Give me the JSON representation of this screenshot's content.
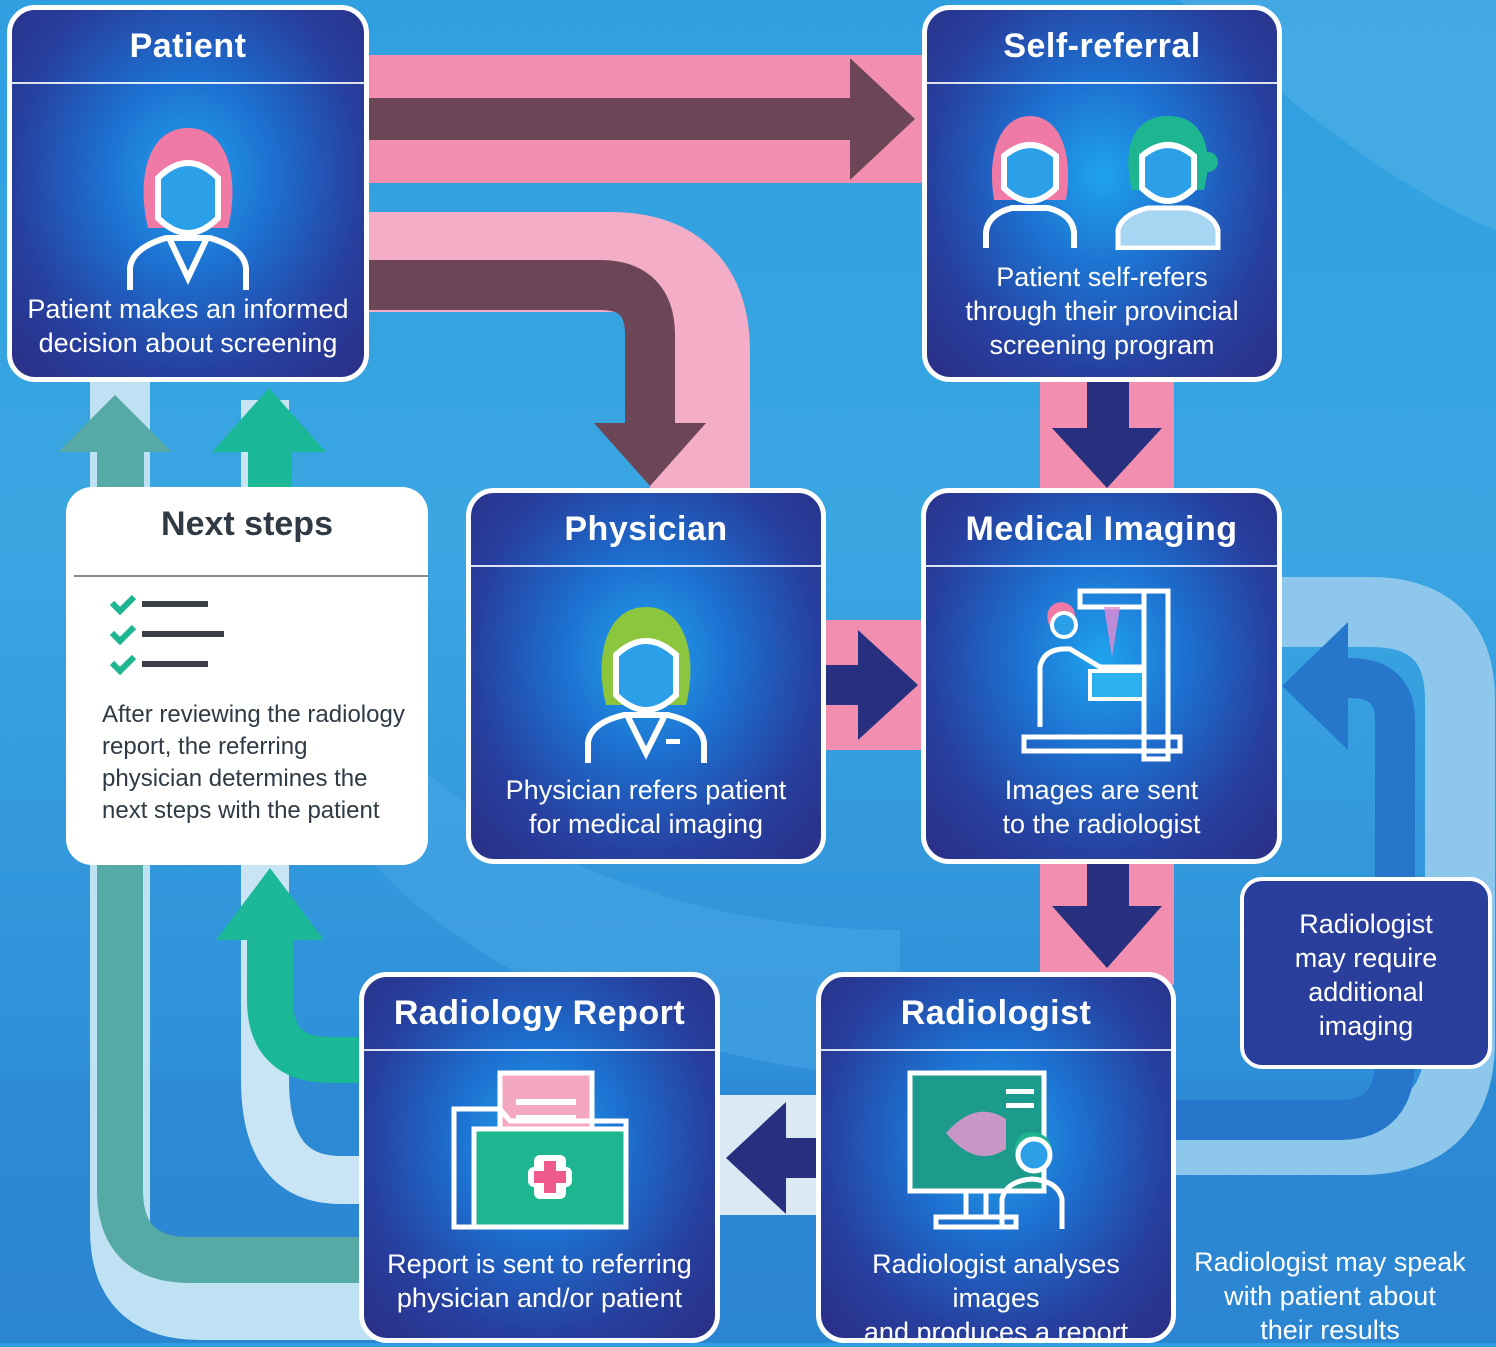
{
  "nodes": {
    "patient": {
      "title": "Patient",
      "desc_line1": "Patient makes an informed",
      "desc_line2": "decision about screening",
      "icon": "woman-pink-hair-icon"
    },
    "self_referral": {
      "title": "Self-referral",
      "desc_line1": "Patient self-refers",
      "desc_line2": "through their provincial",
      "desc_line3": "screening program",
      "icon": "patient-and-nurse-icon"
    },
    "physician": {
      "title": "Physician",
      "desc_line1": "Physician refers patient",
      "desc_line2": "for medical imaging",
      "icon": "woman-green-hair-icon"
    },
    "medical_imaging": {
      "title": "Medical Imaging",
      "desc_line1": "Images are sent",
      "desc_line2": "to the radiologist",
      "icon": "mammography-machine-icon"
    },
    "radiologist": {
      "title": "Radiologist",
      "desc_line1": "Radiologist analyses images",
      "desc_line2": "and produces a report",
      "icon": "radiologist-monitor-icon"
    },
    "radiology_report": {
      "title": "Radiology Report",
      "desc_line1": "Report is sent to referring",
      "desc_line2": "physician and/or patient",
      "icon": "medical-folder-icon"
    }
  },
  "next_steps": {
    "title": "Next steps",
    "desc_line1": "After reviewing the radiology",
    "desc_line2": "report, the referring",
    "desc_line3": "physician determines the",
    "desc_line4": "next steps with the patient",
    "icon": "checklist-icon"
  },
  "additional_imaging_note": {
    "line1": "Radiologist",
    "line2": "may require",
    "line3": "additional",
    "line4": "imaging"
  },
  "speak_note": {
    "line1": "Radiologist may speak",
    "line2": "with patient about",
    "line3": "their results"
  },
  "colors": {
    "pink_path": "#f28fb0",
    "light_pink_path": "#f4adc6",
    "dark_arrow": "#6c4656",
    "navy_arrow": "#27307e",
    "green_arrow": "#1ab896",
    "teal_path": "#55aaa6",
    "light_blue_path": "#c4e3f5",
    "card_border": "#ffffff"
  }
}
